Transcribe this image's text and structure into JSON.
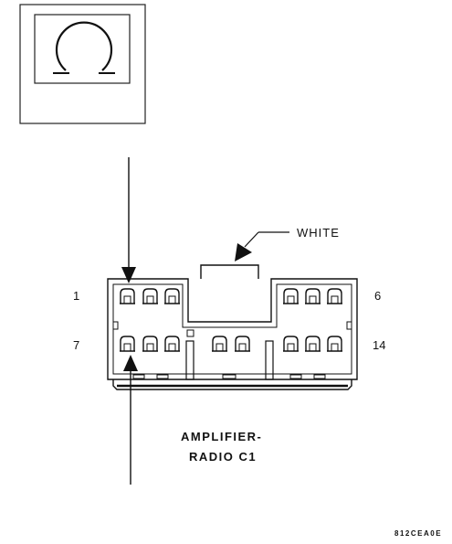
{
  "legend_symbol": "connector-end-view-symbol",
  "color_callout": "WHITE",
  "pins": {
    "top_left": "1",
    "top_right": "6",
    "bottom_left": "7",
    "bottom_right": "14"
  },
  "connector_name": {
    "line1": "AMPLIFIER-",
    "line2": "RADIO C1"
  },
  "figure_id": "812CEA0E"
}
